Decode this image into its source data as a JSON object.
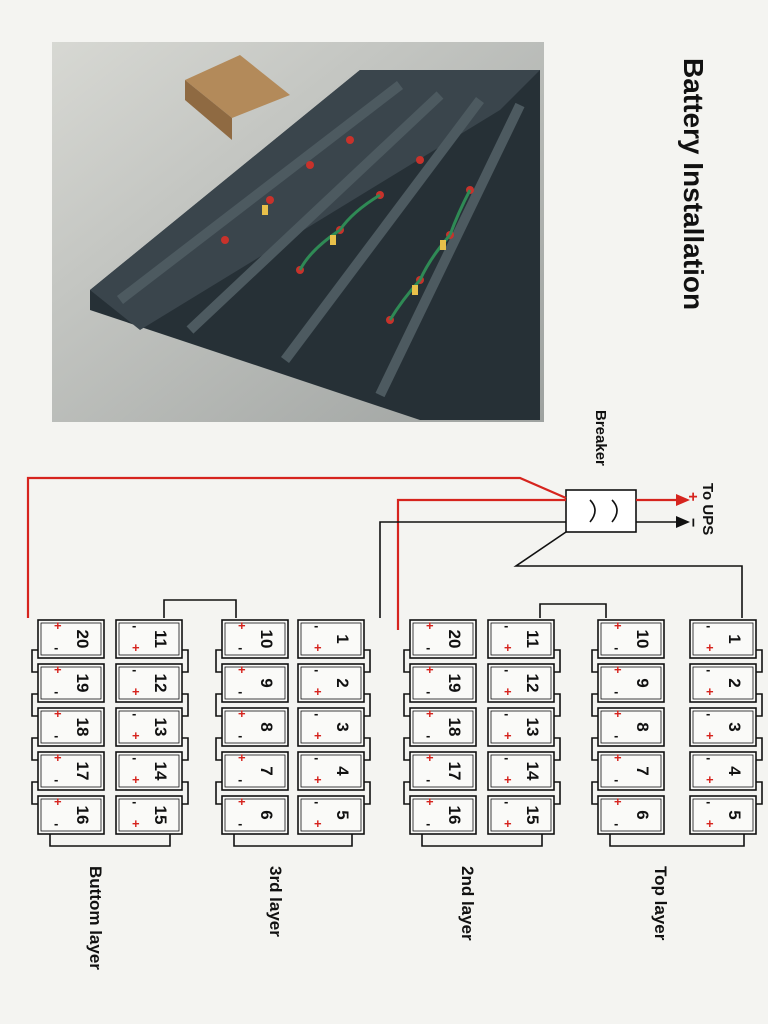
{
  "title": "Battery Installation",
  "breaker_label": "Breaker",
  "to_ups_label": "To UPS",
  "to_ups_plus": "+",
  "to_ups_minus": "−",
  "layers": [
    {
      "label": "Top layer",
      "front": [
        1,
        2,
        3,
        4,
        5
      ],
      "back": [
        10,
        9,
        8,
        7,
        6
      ]
    },
    {
      "label": "2nd layer",
      "front": [
        11,
        12,
        13,
        14,
        15
      ],
      "back": [
        20,
        19,
        18,
        17,
        16
      ]
    },
    {
      "label": "3rd layer",
      "front": [
        1,
        2,
        3,
        4,
        5
      ],
      "back": [
        10,
        9,
        8,
        7,
        6
      ]
    },
    {
      "label": "Buttom layer",
      "front": [
        11,
        12,
        13,
        14,
        15
      ],
      "back": [
        20,
        19,
        18,
        17,
        16
      ]
    }
  ],
  "colors": {
    "positive": "#d6241e",
    "negative": "#111111",
    "rack": "#2b3238"
  }
}
